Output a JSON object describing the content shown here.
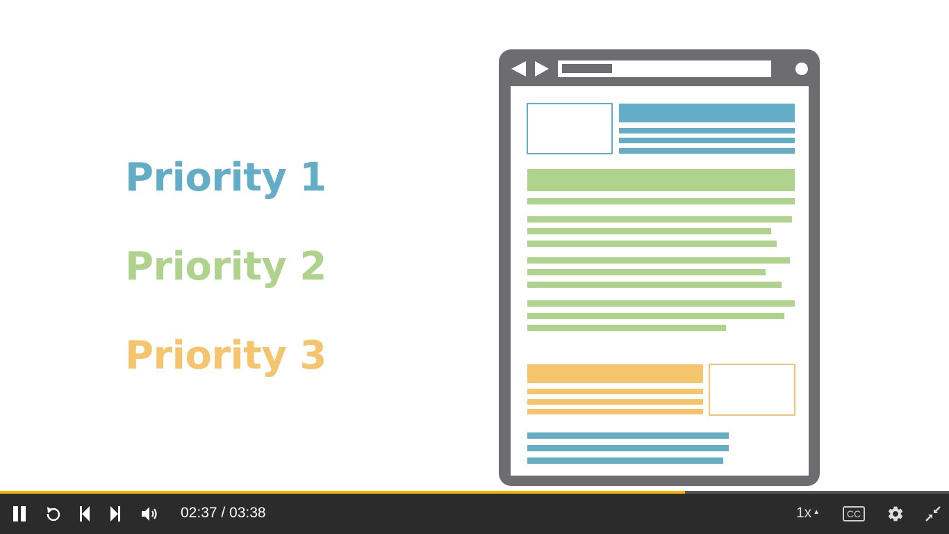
{
  "video": {
    "priorities": [
      {
        "label": "Priority 1",
        "color": "#63adc6"
      },
      {
        "label": "Priority 2",
        "color": "#afd38c"
      },
      {
        "label": "Priority 3",
        "color": "#f5c56e"
      }
    ],
    "illustration": {
      "frame_color": "#6d6d71",
      "blue": "#63adc6",
      "green": "#afd38c",
      "orange": "#f5c56e"
    }
  },
  "player": {
    "progress_fraction": 0.722,
    "progress_color": "#f2b705",
    "time_display": "02:37 / 03:38",
    "speed_label": "1x",
    "cc_label": "CC",
    "icons": [
      "pause-icon",
      "replay-icon",
      "skip-back-icon",
      "skip-forward-icon",
      "volume-icon",
      "gear-icon",
      "exit-fullscreen-icon"
    ]
  }
}
